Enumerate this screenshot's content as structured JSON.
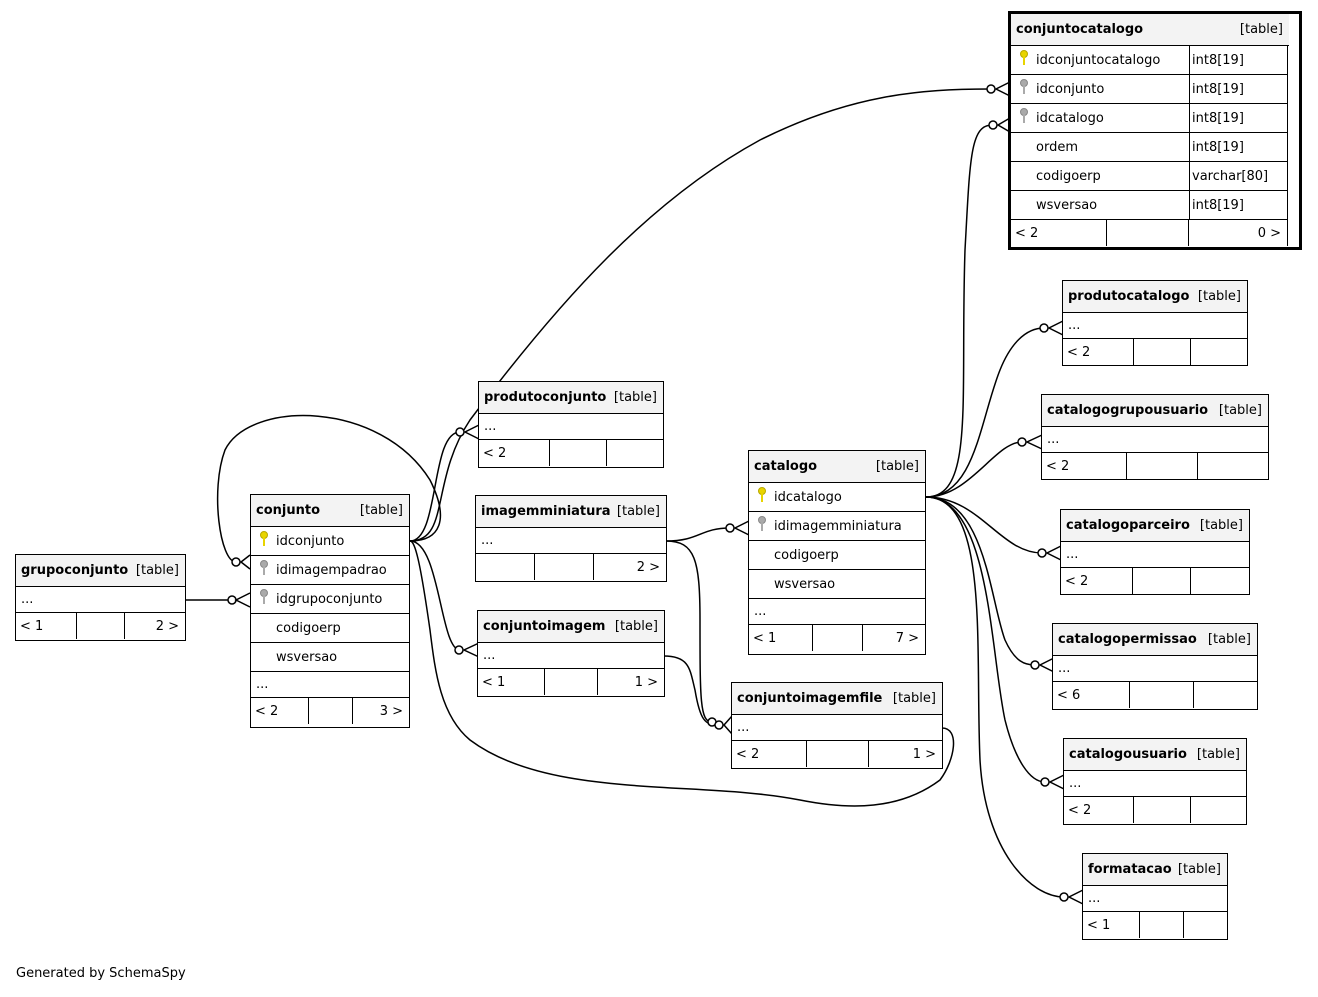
{
  "generated_by": "Generated by SchemaSpy",
  "tables": {
    "conjuntocatalogo": {
      "name": "conjuntocatalogo",
      "type": "[table]",
      "columns": [
        {
          "name": "idconjuntocatalogo",
          "datatype": "int8[19]",
          "key": "pk"
        },
        {
          "name": "idconjunto",
          "datatype": "int8[19]",
          "key": "fk"
        },
        {
          "name": "idcatalogo",
          "datatype": "int8[19]",
          "key": "fk"
        },
        {
          "name": "ordem",
          "datatype": "int8[19]",
          "key": ""
        },
        {
          "name": "codigoerp",
          "datatype": "varchar[80]",
          "key": ""
        },
        {
          "name": "wsversao",
          "datatype": "int8[19]",
          "key": ""
        }
      ],
      "parents": "< 2",
      "children": "0 >"
    },
    "produtocatalogo": {
      "name": "produtocatalogo",
      "type": "[table]",
      "ellipsis": "...",
      "parents": "< 2",
      "children": ""
    },
    "catalogogrupousuario": {
      "name": "catalogogrupousuario",
      "type": "[table]",
      "ellipsis": "...",
      "parents": "< 2",
      "children": ""
    },
    "catalogoparceiro": {
      "name": "catalogoparceiro",
      "type": "[table]",
      "ellipsis": "...",
      "parents": "< 2",
      "children": ""
    },
    "catalogopermissao": {
      "name": "catalogopermissao",
      "type": "[table]",
      "ellipsis": "...",
      "parents": "< 6",
      "children": ""
    },
    "catalogousuario": {
      "name": "catalogousuario",
      "type": "[table]",
      "ellipsis": "...",
      "parents": "< 2",
      "children": ""
    },
    "formatacao": {
      "name": "formatacao",
      "type": "[table]",
      "ellipsis": "...",
      "parents": "< 1",
      "children": ""
    },
    "produtoconjunto": {
      "name": "produtoconjunto",
      "type": "[table]",
      "ellipsis": "...",
      "parents": "< 2",
      "children": ""
    },
    "imagemminiatura": {
      "name": "imagemminiatura",
      "type": "[table]",
      "ellipsis": "...",
      "parents": "",
      "children": "2 >"
    },
    "conjuntoimagem": {
      "name": "conjuntoimagem",
      "type": "[table]",
      "ellipsis": "...",
      "parents": "< 1",
      "children": "1 >"
    },
    "conjuntoimagemfile": {
      "name": "conjuntoimagemfile",
      "type": "[table]",
      "ellipsis": "...",
      "parents": "< 2",
      "children": "1 >"
    },
    "grupoconjunto": {
      "name": "grupoconjunto",
      "type": "[table]",
      "ellipsis": "...",
      "parents": "< 1",
      "children": "2 >"
    },
    "conjunto": {
      "name": "conjunto",
      "type": "[table]",
      "columns": [
        {
          "name": "idconjunto",
          "key": "pk"
        },
        {
          "name": "idimagempadrao",
          "key": "fk"
        },
        {
          "name": "idgrupoconjunto",
          "key": "fk"
        },
        {
          "name": "codigoerp",
          "key": ""
        },
        {
          "name": "wsversao",
          "key": ""
        }
      ],
      "ellipsis": "...",
      "parents": "< 2",
      "children": "3 >"
    },
    "catalogo": {
      "name": "catalogo",
      "type": "[table]",
      "columns": [
        {
          "name": "idcatalogo",
          "key": "pk"
        },
        {
          "name": "idimagemminiatura",
          "key": "fk"
        },
        {
          "name": "codigoerp",
          "key": ""
        },
        {
          "name": "wsversao",
          "key": ""
        }
      ],
      "ellipsis": "...",
      "parents": "< 1",
      "children": "7 >"
    }
  },
  "colors": {
    "pk_key": "#e8d400",
    "fk_key": "#aaaaaa",
    "header_bg": "#f3f3f3",
    "line": "#000000"
  }
}
